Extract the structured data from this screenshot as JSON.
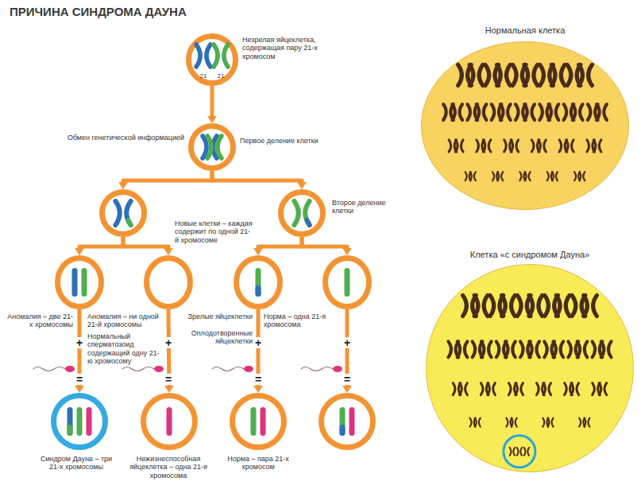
{
  "diagram": {
    "title": "ПРИЧИНА СИНДРОМА ДАУНА",
    "nodes": [
      {
        "text": [
          "Незрелая яйцеклетка, содержащая пару 21-х хромосом"
        ]
      },
      {
        "text": [
          "Обмен генетической информацией",
          "Первое деление клетки"
        ]
      },
      {
        "text": [
          "Новые клетки – каждая содержит по одной 21-й хромосоме"
        ]
      },
      {
        "text": [
          "Второе деление клетки"
        ]
      },
      {
        "text": [
          "Аномалия – две 21-х хромосомы"
        ]
      },
      {
        "text": [
          "Аномалия – ни одной 21-й хромосомы"
        ]
      },
      {
        "text": [
          "Норма – одна 21-я хромосома"
        ]
      },
      {
        "text": []
      },
      {
        "text": [
          "Синдром Дауна – три 21-х хромосомы"
        ]
      },
      {
        "text": [
          "Нежизнеспособная яйцеклетка – одна 21-я хромосома"
        ]
      },
      {
        "text": [
          "Норма – пара 21-х хромосом"
        ]
      },
      {
        "text": []
      },
      {
        "text": [
          "Нормальная клетка"
        ]
      },
      {
        "text": [
          "Клетка «с синдромом Дауна»"
        ]
      }
    ],
    "edges": [
      {
        "from": 0,
        "to": 1,
        "arrow": "to"
      },
      {
        "from": 1,
        "to": 2,
        "arrow": "to"
      },
      {
        "from": 1,
        "to": 3,
        "arrow": "to"
      },
      {
        "from": 2,
        "to": 4,
        "arrow": "to"
      },
      {
        "from": 2,
        "to": 5,
        "arrow": "to"
      },
      {
        "from": 3,
        "to": 6,
        "arrow": "to"
      },
      {
        "from": 3,
        "to": 7,
        "arrow": "to"
      },
      {
        "from": 4,
        "to": 8,
        "arrow": "to"
      },
      {
        "from": 5,
        "to": 9,
        "arrow": "to"
      },
      {
        "from": 6,
        "to": 10,
        "arrow": "to"
      },
      {
        "from": 7,
        "to": 11,
        "arrow": "to"
      }
    ],
    "labels": [
      "21",
      "21",
      "Зрелые яйцеклетки",
      "Нормальный сперматозоид содержащий одну 21-ю хромосому",
      "Оплодотворенные яйцеклетки",
      "+",
      "+",
      "+",
      "+",
      "=",
      "=",
      "=",
      "="
    ]
  }
}
